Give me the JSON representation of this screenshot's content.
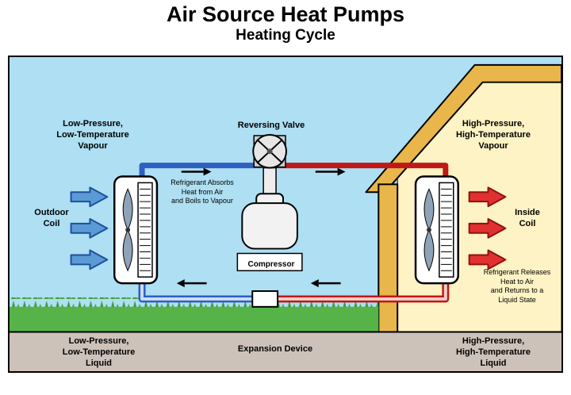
{
  "header": {
    "title": "Air Source Heat Pumps",
    "subtitle": "Heating Cycle"
  },
  "labels": {
    "low_pressure_vapour": "Low-Pressure,\nLow-Temperature\nVapour",
    "reversing_valve": "Reversing Valve",
    "high_pressure_vapour": "High-Pressure,\nHigh-Temperature\nVapour",
    "outdoor_coil": "Outdoor\nCoil",
    "inside_coil": "Inside\nCoil",
    "absorb_note": "Refrigerant Absorbs\nHeat from Air\nand Boils to Vapour",
    "compressor": "Compressor",
    "release_note": "Refrigerant Releases\nHeat to Air\nand Returns to a\nLiquid State",
    "low_pressure_liquid": "Low-Pressure,\nLow-Temperature\nLiquid",
    "expansion_device": "Expansion Device",
    "high_pressure_liquid": "High-Pressure,\nHigh-Temperature\nLiquid"
  },
  "colors": {
    "sky": "#aedff2",
    "house_wall_roof": "#e8b64a",
    "house_interior": "#fdf3c4",
    "grass": "#55b348",
    "ground": "#cdc2ba",
    "cold_pipe": "#2f5fc0",
    "hot_pipe": "#c01818",
    "cold_air_arrow": "#5b9bd5",
    "hot_air_arrow": "#e03030"
  }
}
